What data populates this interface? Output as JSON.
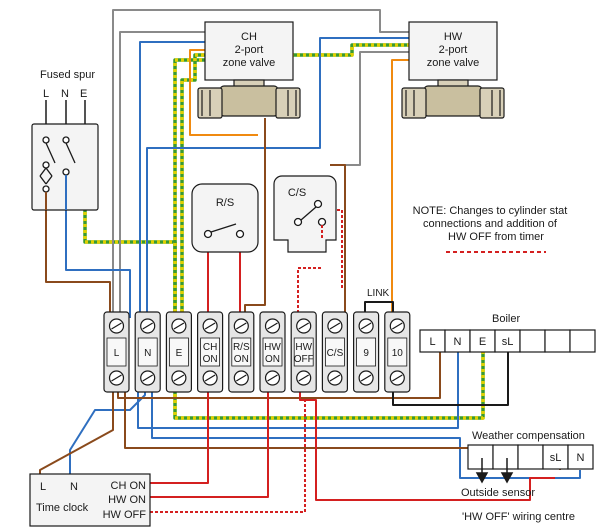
{
  "fused_spur": {
    "title": "Fused spur",
    "terminals": [
      "L",
      "N",
      "E"
    ]
  },
  "ch_valve": {
    "line1": "CH",
    "line2": "2-port",
    "line3": "zone valve"
  },
  "hw_valve": {
    "line1": "HW",
    "line2": "2-port",
    "line3": "zone valve"
  },
  "room_stat": {
    "label": "R/S"
  },
  "cyl_stat": {
    "label": "C/S"
  },
  "note": {
    "line1": "NOTE: Changes to cylinder stat",
    "line2": "connections and addition of",
    "line3": "HW OFF from timer"
  },
  "link_label": "LINK",
  "terminal_block": {
    "terminals": [
      {
        "line1": "L",
        "line2": ""
      },
      {
        "line1": "N",
        "line2": ""
      },
      {
        "line1": "E",
        "line2": ""
      },
      {
        "line1": "CH",
        "line2": "ON"
      },
      {
        "line1": "R/S",
        "line2": "ON"
      },
      {
        "line1": "HW",
        "line2": "ON"
      },
      {
        "line1": "HW",
        "line2": "OFF"
      },
      {
        "line1": "C/S",
        "line2": ""
      },
      {
        "line1": "9",
        "line2": ""
      },
      {
        "line1": "10",
        "line2": ""
      }
    ]
  },
  "boiler": {
    "title": "Boiler",
    "terminals": [
      "L",
      "N",
      "E",
      "sL",
      "",
      "",
      ""
    ]
  },
  "weather_comp": {
    "title": "Weather compensation",
    "terminals": [
      "",
      "",
      "",
      "sL",
      "N"
    ],
    "sensor_label": "Outside sensor"
  },
  "time_clock": {
    "title": "Time clock",
    "l": "L",
    "n": "N",
    "ch_on": "CH ON",
    "hw_on": "HW ON",
    "hw_off": "HW OFF"
  },
  "hw_off_centre_label": "'HW OFF' wiring centre",
  "colors": {
    "brown": "#8a4a1c",
    "blue": "#2f6fc0",
    "green": "#3a9a2e",
    "yellow": "#e0d000",
    "grey": "#8a8a8a",
    "red": "#d42020",
    "orange": "#f08a10",
    "black": "#1a1a1a"
  }
}
